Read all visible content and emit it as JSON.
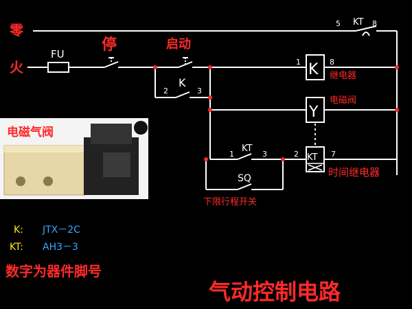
{
  "lines": {
    "neutral": "零",
    "live": "火"
  },
  "labels": {
    "fuse": "FU",
    "stop": "停",
    "start": "启动",
    "k_hold": "K",
    "kt_top": "KT",
    "kt_mid": "KT",
    "sq": "SQ",
    "relay_k": "K",
    "valve_y": "Y",
    "timer_kt": "KT",
    "relay_desc": "继电器",
    "valve_desc": "电磁阀",
    "timer_desc": "时间继电器",
    "limit_desc": "下限行程开关",
    "photo_label": "电磁气阀"
  },
  "pins": {
    "p5": "5",
    "p8a": "8",
    "p1a": "1",
    "p8b": "8",
    "p2a": "2",
    "p3a": "3",
    "p1b": "1",
    "p3b": "3",
    "p2b": "2",
    "p7": "7"
  },
  "models": {
    "k_key": "K:",
    "k_val": "JTX－2C",
    "kt_key": "KT:",
    "kt_val": "AH3－3"
  },
  "notes": {
    "pin_note": "数字为器件脚号",
    "title": "气动控制电路"
  },
  "colors": {
    "wire": "#ffffff",
    "label_red": "#ff2a2a",
    "pin_blue": "#33aaff",
    "note_yellow": "#ffee00"
  }
}
